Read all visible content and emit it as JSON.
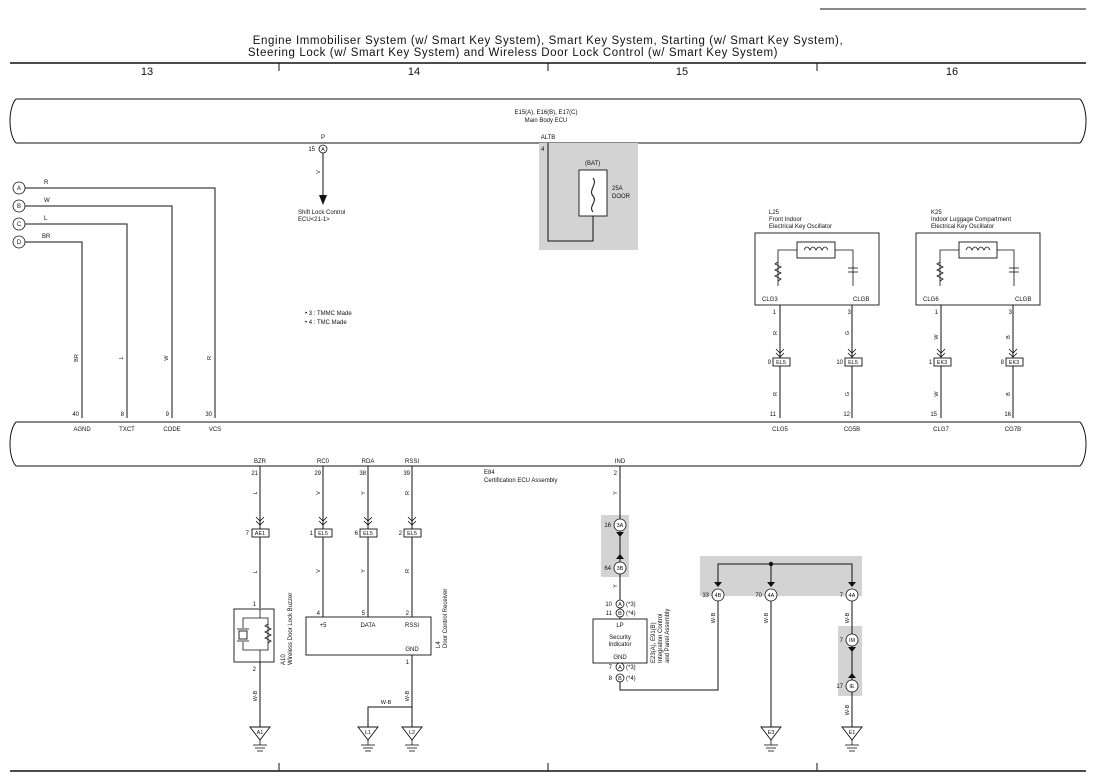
{
  "title": {
    "line1": "Engine Immobiliser System (w/ Smart Key System),  Smart Key System,  Starting (w/ Smart Key System),",
    "line2": "Steering Lock (w/ Smart Key System) and Wireless Door Lock Control (w/ Smart Key System)"
  },
  "sections": [
    "13",
    "14",
    "15",
    "16"
  ],
  "main_body_ecu": {
    "ref": "E15(A), E16(B), E17(C)",
    "name": "Main Body ECU"
  },
  "shift_lock": {
    "pin_label": "P",
    "pin_no": "15",
    "connector": "A",
    "wire": "V",
    "dest_line1": "Shift Lock Control",
    "dest_line2": "ECU<21-1>"
  },
  "altb": {
    "pin_label": "ALTB",
    "pin_no": "4",
    "bat_label": "(BAT)",
    "fuse_line1": "25A",
    "fuse_line2": "DOOR"
  },
  "connectors_left": [
    {
      "letter": "A",
      "wire": "R"
    },
    {
      "letter": "B",
      "wire": "W"
    },
    {
      "letter": "C",
      "wire": "L"
    },
    {
      "letter": "D",
      "wire": "BR"
    }
  ],
  "notes": [
    "• 3 : TMMC Made",
    "• 4 : TMC Made"
  ],
  "cert_ecu": {
    "ref": "E84",
    "name": "Certification ECU Assembly"
  },
  "cert_top_pins": [
    {
      "label": "AGND",
      "no": "40",
      "wire": "BR"
    },
    {
      "label": "TXCT",
      "no": "8",
      "wire": "L"
    },
    {
      "label": "CODE",
      "no": "9",
      "wire": "W"
    },
    {
      "label": "VCS",
      "no": "30",
      "wire": "R"
    },
    {
      "label": "CLG5",
      "no": "11",
      "wire": "R"
    },
    {
      "label": "CG5B",
      "no": "12",
      "wire": "G"
    },
    {
      "label": "CLG7",
      "no": "15",
      "wire": "W"
    },
    {
      "label": "CG7B",
      "no": "16",
      "wire": "B"
    }
  ],
  "oscillators": [
    {
      "ref": "L25",
      "name_line1": "Front Indoor",
      "name_line2": "Electrical Key Oscillator",
      "pin_left": "CLG3",
      "pin_right": "CLGB",
      "no_left": "1",
      "no_right": "3",
      "wire_left": "R",
      "wire_right": "G",
      "ej_left_no": "9",
      "ej_right_no": "10",
      "ej": "EL5"
    },
    {
      "ref": "K25",
      "name_line1": "Indoor Luggage Compartment",
      "name_line2": "Electrical Key Oscillator",
      "pin_left": "CLG6",
      "pin_right": "CLGB",
      "no_left": "1",
      "no_right": "3",
      "wire_left": "W",
      "wire_right": "B",
      "ej_left_no": "1",
      "ej_right_no": "8",
      "ej": "EK3"
    }
  ],
  "cert_bottom_pins": [
    {
      "label": "BZR",
      "no": "21",
      "wire": "L"
    },
    {
      "label": "RC0",
      "no": "29",
      "wire": "V"
    },
    {
      "label": "RDA",
      "no": "38",
      "wire": "Y"
    },
    {
      "label": "RSSI",
      "no": "39",
      "wire": "R"
    },
    {
      "label": "IND",
      "no": "2",
      "wire": "Y"
    }
  ],
  "buzzer": {
    "ej_no": "7",
    "ej": "AE1",
    "wire": "L",
    "pin_top": "1",
    "pin_bottom": "2",
    "ref": "A10",
    "name": "Wireless Door Lock Buzzer",
    "ground_wire": "W-B",
    "ground": "A1"
  },
  "receiver": {
    "ej": "EL5",
    "ej_nos": [
      "1",
      "6",
      "2"
    ],
    "wires": [
      "V",
      "Y",
      "R"
    ],
    "pins": [
      "+5",
      "DATA",
      "RSSI"
    ],
    "pin_nos": [
      "4",
      "5",
      "2"
    ],
    "gnd": "GND",
    "gnd_no": "1",
    "ref": "L4",
    "name": "Door Control Receiver",
    "ground_wire": "W-B",
    "grounds": [
      "L1",
      "L2"
    ]
  },
  "indicator": {
    "j1_no": "16",
    "j1": "3A",
    "j2_no": "64",
    "j2": "3B",
    "wire": "Y",
    "pin_lp": "LP",
    "lp_a": "10",
    "lp_a_conn": "A",
    "lp_a_note": "(*3)",
    "lp_b": "11",
    "lp_b_conn": "B",
    "lp_b_note": "(*4)",
    "name_line1": "Security",
    "name_line2": "Indicator",
    "pin_gnd": "GND",
    "gnd_a": "7",
    "gnd_a_conn": "A",
    "gnd_a_note": "(*3)",
    "gnd_b": "8",
    "gnd_b_conn": "B",
    "gnd_b_note": "(*4)",
    "ref": "E23(A), E91(B)",
    "name_line1b": "Integration Control",
    "name_line2b": "and Panel Assembly"
  },
  "ground_junction": {
    "j_left_no": "33",
    "j_left": "4B",
    "j_mid_no": "70",
    "j_mid": "4A",
    "j_right_no": "7",
    "j_right": "4A",
    "wire": "W-B",
    "ij1_no": "7",
    "ij1": "IM",
    "ij2_no": "17",
    "ij2": "IE",
    "grounds": [
      "E3",
      "E1"
    ]
  }
}
